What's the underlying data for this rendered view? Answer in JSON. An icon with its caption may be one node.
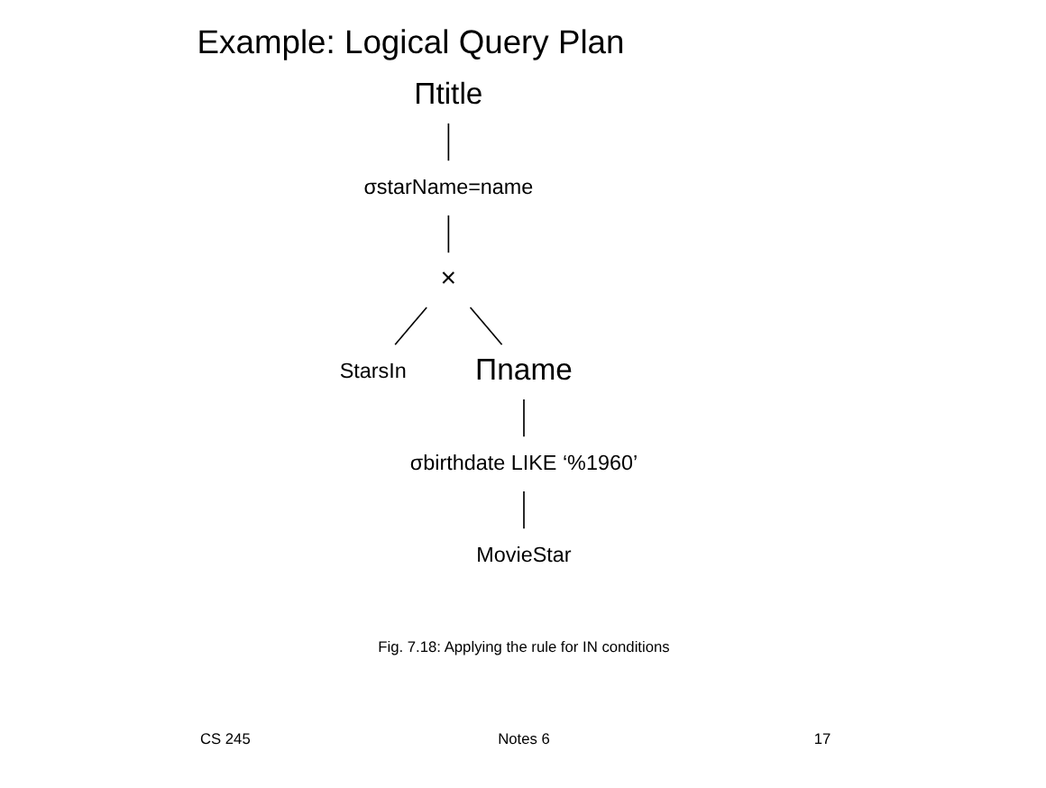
{
  "diagram": {
    "title": "Example: Logical Query Plan",
    "caption": "Fig. 7.18: Applying the rule for IN conditions",
    "nodes": [
      {
        "text": [
          "Πtitle"
        ]
      },
      {
        "text": [
          "σstarName=name"
        ]
      },
      {
        "text": [
          "×"
        ]
      },
      {
        "text": [
          "StarsIn"
        ]
      },
      {
        "text": [
          "Πname"
        ]
      },
      {
        "text": [
          "σbirthdate LIKE ‘%1960’"
        ]
      },
      {
        "text": [
          "MovieStar"
        ]
      }
    ],
    "edges": [
      {
        "from": 0,
        "to": 1,
        "arrow": "none"
      },
      {
        "from": 1,
        "to": 2,
        "arrow": "none"
      },
      {
        "from": 2,
        "to": 3,
        "arrow": "none"
      },
      {
        "from": 2,
        "to": 4,
        "arrow": "none"
      },
      {
        "from": 4,
        "to": 5,
        "arrow": "none"
      },
      {
        "from": 5,
        "to": 6,
        "arrow": "none"
      }
    ],
    "labels": [
      "CS 245",
      "Notes 6",
      "17"
    ]
  }
}
